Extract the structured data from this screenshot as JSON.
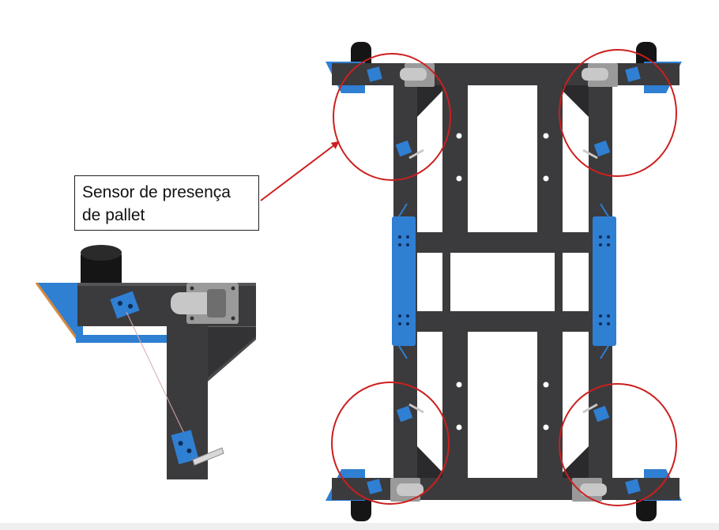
{
  "callout": {
    "line1": "Sensor de presença",
    "line2": "de pallet"
  },
  "colors": {
    "frame": "#3b3b3d",
    "frame_dark": "#2a2a2c",
    "bracket_blue": "#2f7fd3",
    "highlight_circle": "#cc1f1f",
    "arrow": "#cc1f1f",
    "caster_gray": "#9a9a9a",
    "wheel_black": "#151515"
  },
  "icons": [
    "caster-wheel-icon",
    "sensor-bracket-icon",
    "bumper-wheel-icon",
    "arrow-pointer"
  ]
}
